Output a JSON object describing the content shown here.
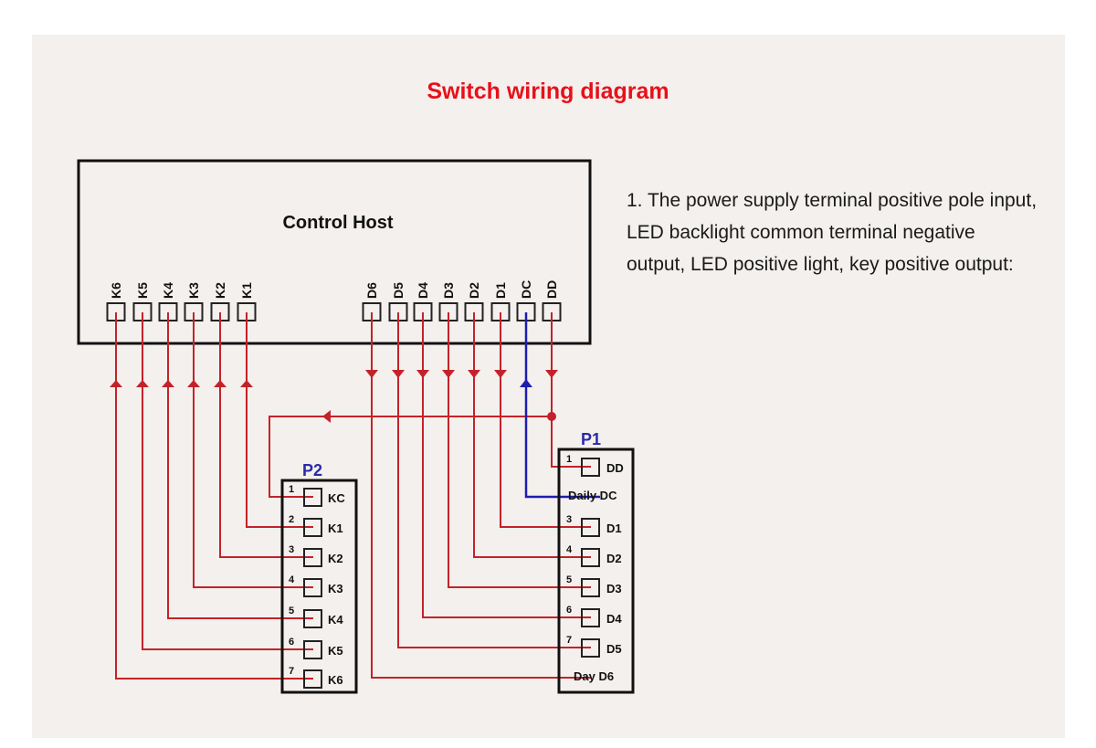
{
  "title": "Switch wiring diagram",
  "colors": {
    "title": "#e8101a",
    "wire_red": "#c4222a",
    "wire_blue": "#1d1db0",
    "connector_label": "#2a2aa8",
    "background": "#f3f0ed"
  },
  "control_host": {
    "label": "Control Host",
    "key_pins": [
      "K6",
      "K5",
      "K4",
      "K3",
      "K2",
      "K1"
    ],
    "led_pins": [
      "D6",
      "D5",
      "D4",
      "D3",
      "D2",
      "D1",
      "DC",
      "DD"
    ]
  },
  "connectors": {
    "P2": {
      "label": "P2",
      "terminals": [
        {
          "num": "1",
          "name": "KC"
        },
        {
          "num": "2",
          "name": "K1"
        },
        {
          "num": "3",
          "name": "K2"
        },
        {
          "num": "4",
          "name": "K3"
        },
        {
          "num": "5",
          "name": "K4"
        },
        {
          "num": "6",
          "name": "K5"
        },
        {
          "num": "7",
          "name": "K6"
        }
      ]
    },
    "P1": {
      "label": "P1",
      "terminals": [
        {
          "num": "1",
          "name": "DD"
        },
        {
          "num": "",
          "name": "Daily DC"
        },
        {
          "num": "3",
          "name": "D1"
        },
        {
          "num": "4",
          "name": "D2"
        },
        {
          "num": "5",
          "name": "D3"
        },
        {
          "num": "6",
          "name": "D4"
        },
        {
          "num": "7",
          "name": "D5"
        },
        {
          "num": "",
          "name": "Day D6"
        }
      ]
    }
  },
  "note": "1. The power supply terminal positive pole input, LED backlight common terminal negative output, LED positive light, key positive output:"
}
